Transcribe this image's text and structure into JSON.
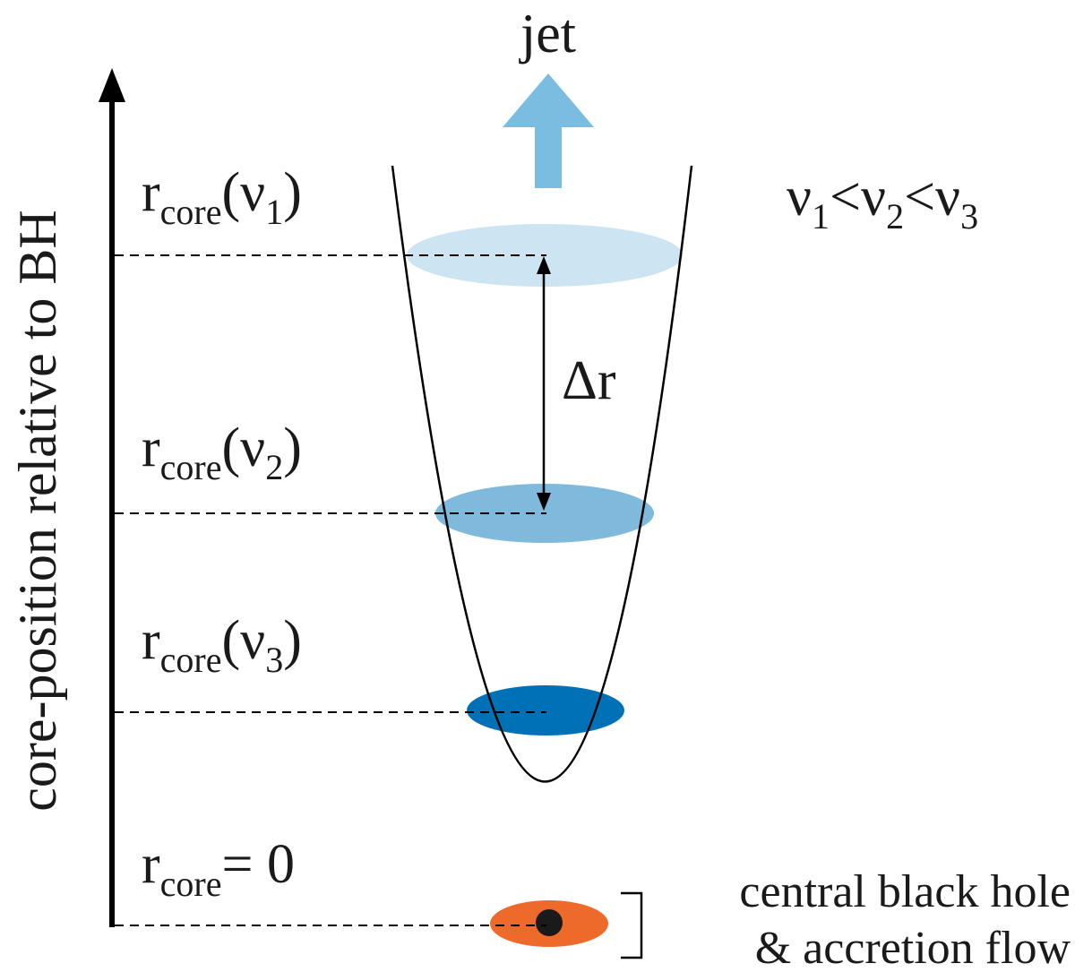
{
  "title": "jet",
  "axis_label": "core-position relative to BH",
  "ordering": {
    "nu": "ν",
    "lt": "<",
    "sub1": "1",
    "sub2": "2",
    "sub3": "3"
  },
  "levels": [
    {
      "r": "r",
      "sub": "core",
      "open": "(",
      "nu": "ν",
      "nu_sub": "1",
      "close": ")"
    },
    {
      "r": "r",
      "sub": "core",
      "open": "(",
      "nu": "ν",
      "nu_sub": "2",
      "close": ")"
    },
    {
      "r": "r",
      "sub": "core",
      "open": "(",
      "nu": "ν",
      "nu_sub": "3",
      "close": ")"
    }
  ],
  "origin": {
    "r": "r",
    "sub": "core",
    "eq": "= 0"
  },
  "delta": "Δr",
  "bh_label": {
    "line1": "central black hole",
    "line2": "& accretion flow"
  },
  "colors": {
    "jet_arrow": "#7bbde0",
    "core1": "#cde4f2",
    "core2": "#7fb9db",
    "core3": "#0071b6",
    "accretion": "#ed6a2b",
    "black_hole": "#1a1a1a"
  }
}
